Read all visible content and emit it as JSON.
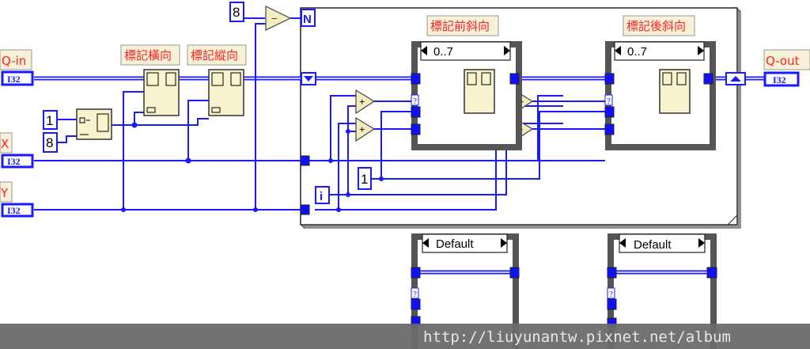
{
  "controls": {
    "q_in": {
      "label": "Q-in",
      "type": "I32"
    },
    "x": {
      "label": "X",
      "type": "I32"
    },
    "y": {
      "label": "Y",
      "type": "I32"
    }
  },
  "indicators": {
    "q_out": {
      "label": "Q-out",
      "type": "I32"
    }
  },
  "constants": {
    "init_value": "1",
    "init_size": "8",
    "loop_count_base": "8",
    "inner_one": "1"
  },
  "loop": {
    "count_terminal": "N",
    "iteration_terminal": "i"
  },
  "nodes": {
    "mark_horizontal": "標記橫向",
    "mark_vertical": "標記縱向",
    "mark_forward_diagonal": "標記前斜向",
    "mark_backward_diagonal": "標記後斜向"
  },
  "operators": {
    "subtract": "−",
    "add": "+",
    "question": "?"
  },
  "case_structures": {
    "forward_selector": "0..7",
    "backward_selector": "0..7",
    "forward_default": "Default",
    "backward_default": "Default"
  },
  "watermark": "http://liuyunantw.pixnet.net/album",
  "colors": {
    "wire": "#1a1aff",
    "label_text": "#ff2020",
    "watermark_bar": "#6b6b6b"
  }
}
